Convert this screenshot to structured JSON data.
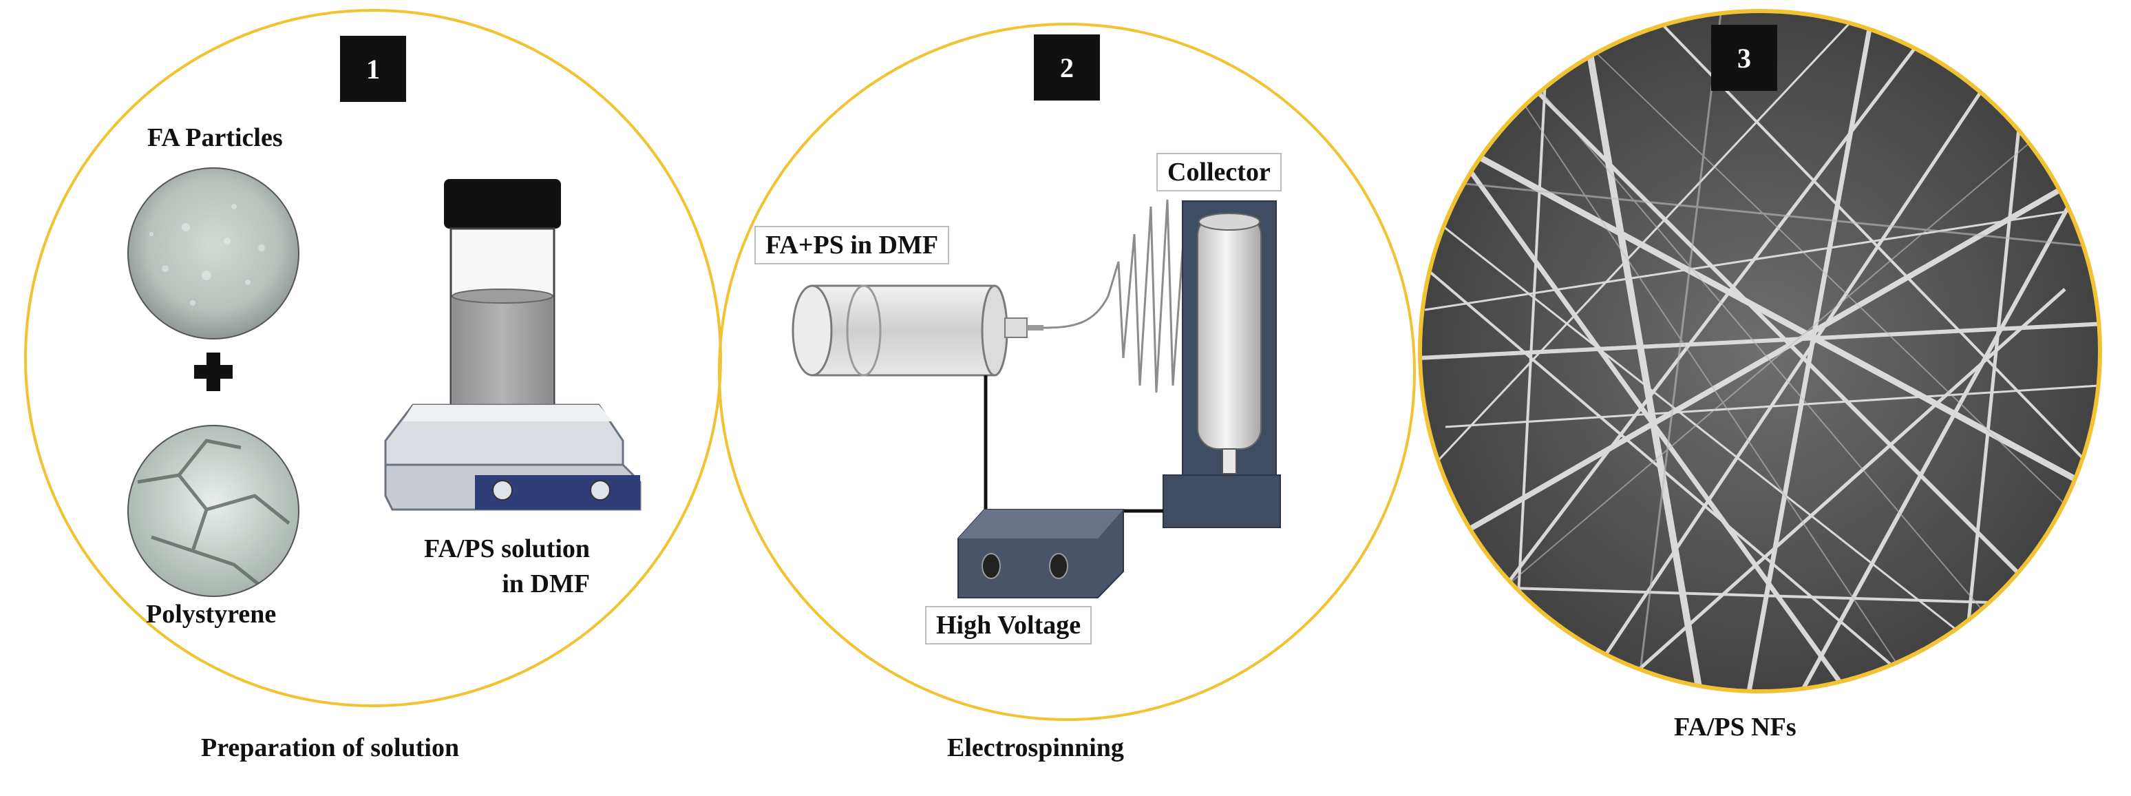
{
  "colors": {
    "ring": "#f1c232",
    "badge": "#111111",
    "text": "#111111"
  },
  "panels": [
    {
      "number": "1",
      "caption": "Preparation of solution",
      "labels": {
        "particles": "FA Particles",
        "polymer": "Polystyrene",
        "solution": "FA/PS solution\nin DMF"
      }
    },
    {
      "number": "2",
      "caption": "Electrospinning",
      "labels": {
        "syringe": "FA+PS in DMF",
        "collector": "Collector",
        "voltage": "High Voltage"
      }
    },
    {
      "number": "3",
      "caption": "FA/PS NFs"
    }
  ]
}
